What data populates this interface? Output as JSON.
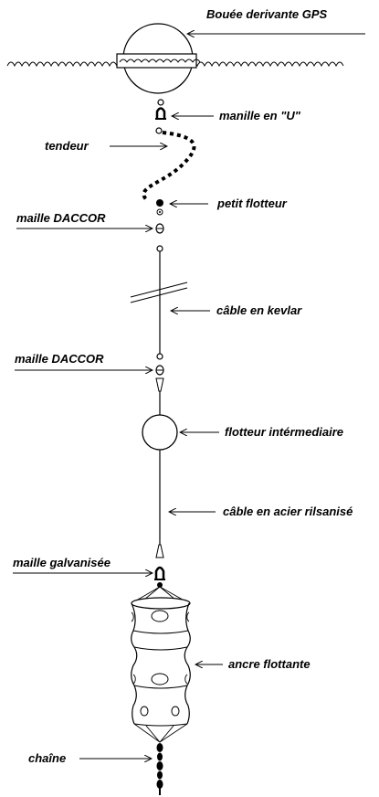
{
  "labels": {
    "buoy": "Bouée derivante GPS",
    "shackle_u": "manille en \"U\"",
    "tensioner": "tendeur",
    "small_float": "petit flotteur",
    "daccor_top": "maille DACCOR",
    "kevlar_cable": "câble en kevlar",
    "daccor_bottom": "maille DACCOR",
    "intermediate_float": "flotteur intérmediaire",
    "steel_cable": "câble en acier rilsanisé",
    "galvanized_link": "maille galvanisée",
    "sea_anchor": "ancre flottante",
    "chain": "chaîne"
  },
  "colors": {
    "line": "#000000",
    "background": "#ffffff"
  }
}
